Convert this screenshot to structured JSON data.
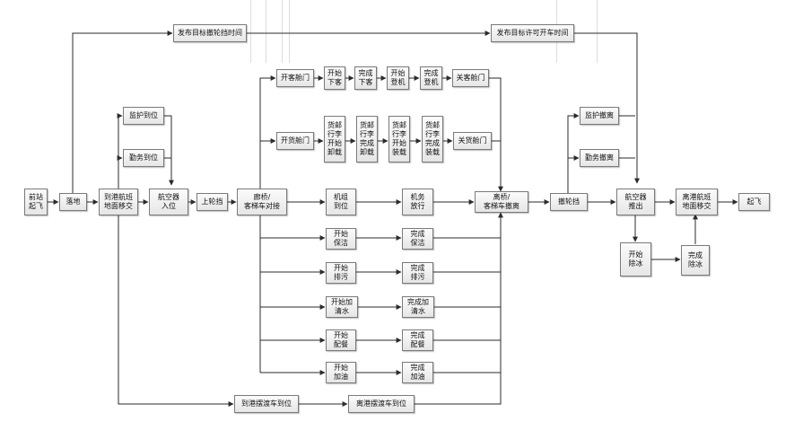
{
  "nodes": {
    "prev_takeoff": "前站\n起飞",
    "landing": "落地",
    "arr_handover": "到港航班\n地面移交",
    "supervise_arrive": "监护到位",
    "service_arrive": "勤务到位",
    "aircraft_in": "航空器\n入位",
    "chock_on": "上轮挡",
    "bridge_dock": "廊桥/\n客梯车对接",
    "publish_chock_off": "发布目标撤轮挡时间",
    "publish_pushback": "发布目标许可开车时间",
    "open_pax_door": "开客舱门",
    "start_deplane": "开始\n下客",
    "finish_deplane": "完成\n下客",
    "start_board": "开始\n登机",
    "finish_board": "完成\n登机",
    "close_pax_door": "关客舱门",
    "open_cargo_door": "开货舱门",
    "start_unload": "货邮\n行李\n开始\n卸载",
    "finish_unload": "货邮\n行李\n完成\n卸载",
    "start_load": "货邮\n行李\n开始\n装载",
    "finish_load": "货邮\n行李\n完成\n装载",
    "close_cargo_door": "关货舱门",
    "crew_arrive": "机组\n到位",
    "maint_release": "机务\n放行",
    "bridge_leave": "离桥/\n客梯车撤离",
    "start_clean": "开始\n保洁",
    "finish_clean": "完成\n保洁",
    "start_sewage": "开始\n排污",
    "finish_sewage": "完成\n排污",
    "start_water": "开始加\n清水",
    "finish_water": "完成加\n清水",
    "start_catering": "开始\n配餐",
    "finish_catering": "完成\n配餐",
    "start_fuel": "开始\n加油",
    "finish_fuel": "完成\n加油",
    "arr_shuttle": "到港摆渡车到位",
    "dep_shuttle": "离港摆渡车到位",
    "chock_off": "撤轮挡",
    "supervise_leave": "监护撤离",
    "service_leave": "勤务撤离",
    "pushback": "航空器\n推出",
    "start_deice": "开始\n除冰",
    "finish_deice": "完成\n除冰",
    "dep_handover": "离港航班\n地面移交",
    "takeoff": "起飞"
  },
  "colors": {
    "line": "#2b2b2b",
    "box_border": "#7a7a7a"
  }
}
